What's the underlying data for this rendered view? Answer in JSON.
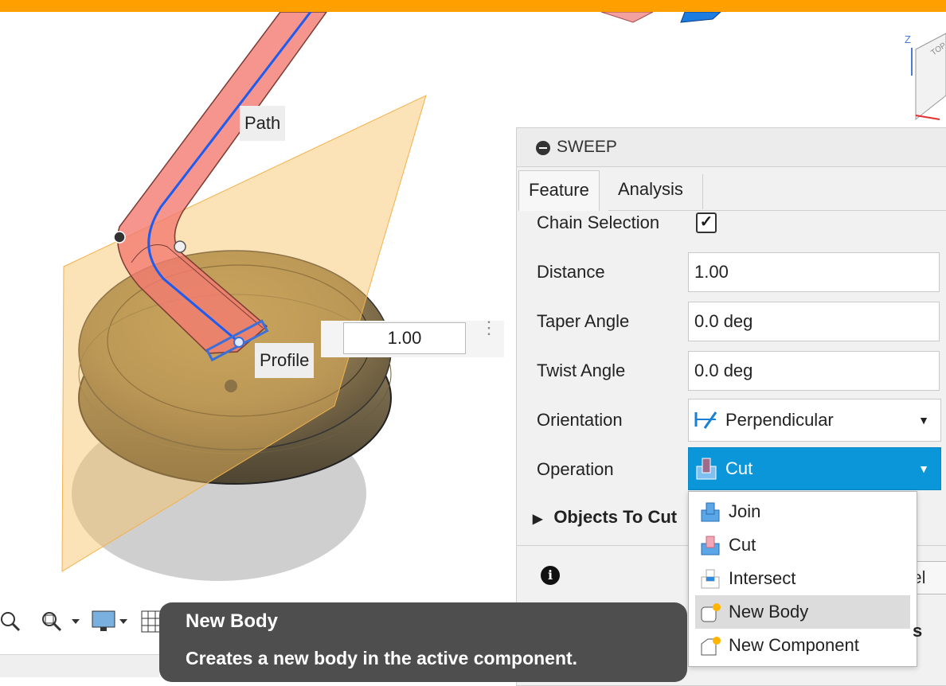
{
  "viewport": {
    "path_label": "Path",
    "profile_label": "Profile",
    "distance_manipulator_value": "1.00"
  },
  "viewcube": {
    "axis_label": "Z",
    "face_label": "TOP"
  },
  "sweep": {
    "title": "SWEEP",
    "tabs": [
      "Feature",
      "Analysis"
    ],
    "chain_selection_label": "Chain Selection",
    "chain_selection_checked": true,
    "distance_label": "Distance",
    "distance_value": "1.00",
    "taper_angle_label": "Taper Angle",
    "taper_angle_value": "0.0 deg",
    "twist_angle_label": "Twist Angle",
    "twist_angle_value": "0.0 deg",
    "orientation_label": "Orientation",
    "orientation_value": "Perpendicular",
    "operation_label": "Operation",
    "operation_value": "Cut",
    "objects_to_cut_label": "Objects To Cut",
    "cancel_label": "Cancel"
  },
  "operation_menu": {
    "items": [
      "Join",
      "Cut",
      "Intersect",
      "New Body",
      "New Component"
    ],
    "highlighted": "New Body"
  },
  "tooltip": {
    "title": "New Body",
    "description": "Creates a new body in the active component."
  },
  "colors": {
    "accent_orange": "#ff9f00",
    "selection_blue": "#0a96d9",
    "tooltip_bg": "#4e4e4e"
  }
}
